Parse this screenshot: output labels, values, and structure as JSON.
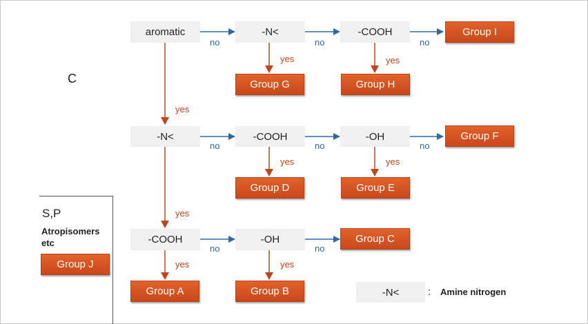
{
  "label_c": "C",
  "side": {
    "sp": "S,P",
    "atropisomers": "Atropisomers etc",
    "group_j": "Group J"
  },
  "conditions": {
    "aromatic": "aromatic",
    "amine": "-N<",
    "cooh": "-COOH",
    "oh": "-OH"
  },
  "groups": {
    "a": "Group A",
    "b": "Group B",
    "c": "Group C",
    "d": "Group D",
    "e": "Group E",
    "f": "Group F",
    "g": "Group G",
    "h": "Group H",
    "i": "Group I",
    "j": "Group J"
  },
  "edge_labels": {
    "no": "no",
    "yes": "yes"
  },
  "legend": {
    "symbol": "-N<",
    "colon": ":",
    "text": "Amine nitrogen"
  },
  "colors": {
    "no_arrow": "#2e6aa8",
    "yes_arrow": "#c0451b",
    "group_fill": "#d4521f",
    "condition_fill": "#f0f0f0"
  }
}
